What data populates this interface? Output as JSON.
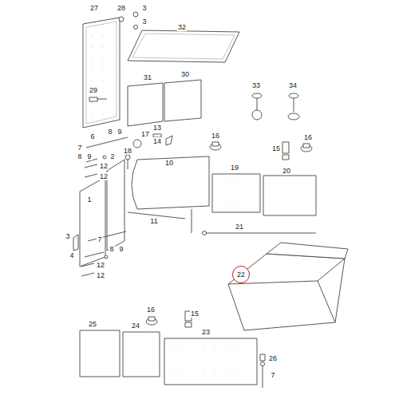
{
  "diagram": {
    "nodes": [
      {
        "text": [
          "22"
        ]
      }
    ],
    "labels": [
      "27",
      "28",
      "3",
      "3",
      "32",
      "29",
      "31",
      "30",
      "33",
      "34",
      "6",
      "8",
      "9",
      "13",
      "14",
      "16",
      "15",
      "16",
      "7",
      "17",
      "8",
      "9",
      "12",
      "12",
      "2",
      "18",
      "10",
      "19",
      "20",
      "1",
      "11",
      "3",
      "21",
      "7",
      "4",
      "8",
      "9",
      "12",
      "12",
      "16",
      "15",
      "25",
      "24",
      "23",
      "26",
      "7"
    ]
  }
}
